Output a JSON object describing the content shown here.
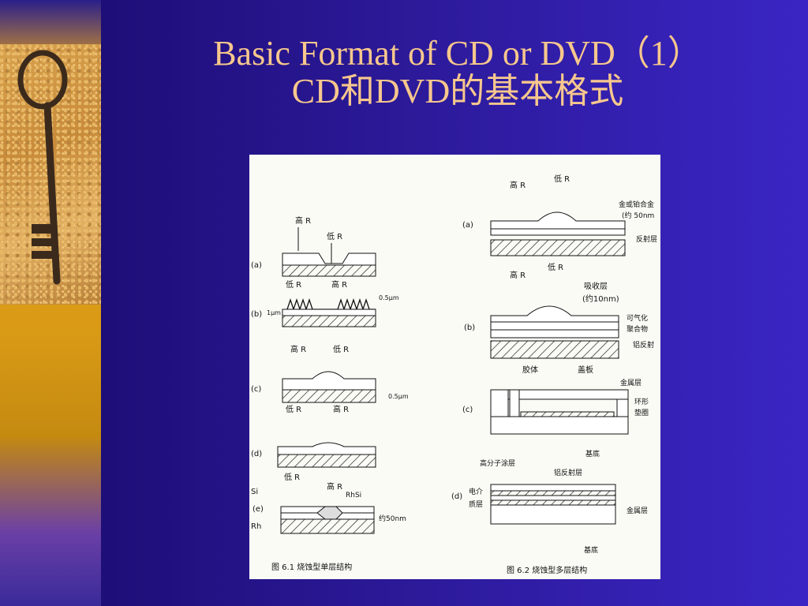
{
  "slide": {
    "title_line1": "Basic Format of CD or DVD（1）",
    "title_line2": "CD和DVD的基本格式"
  },
  "figure_left": {
    "panels": [
      "(a)",
      "(b)",
      "(c)",
      "(d)",
      "(e)"
    ],
    "high_r": "高 R",
    "low_r": "低 R",
    "dim_1um": "1μm",
    "dim_05um": "0.5μm",
    "si": "Si",
    "rh": "Rh",
    "rhsi": "RhSi",
    "approx_50nm": "约50nm",
    "caption": "图 6.1  烧蚀型单层结构"
  },
  "figure_right": {
    "panels": [
      "(a)",
      "(b)",
      "(c)",
      "(d)"
    ],
    "high_r": "高 R",
    "low_r": "低 R",
    "gold_alloy": "金或铂合金",
    "approx_50nm": "(约 50nm",
    "reflective": "反射层",
    "absorb": "吸收层",
    "approx_10nm": "(约10nm)",
    "vaporizable": "可气化",
    "polymer": "聚合物",
    "al_reflect_b": "铝反射",
    "gel": "胶体",
    "cover": "盖板",
    "metal_layer": "金属层",
    "ring_gasket_1": "环形",
    "ring_gasket_2": "垫圈",
    "substrate": "基底",
    "polymer_coating": "高分子涂层",
    "al_reflect_d": "铝反射层",
    "dielectric_1": "电介",
    "dielectric_2": "质层",
    "metal_layer_d": "金属层",
    "substrate_d": "基底",
    "caption": "图 6.2  烧蚀型多层结构"
  }
}
